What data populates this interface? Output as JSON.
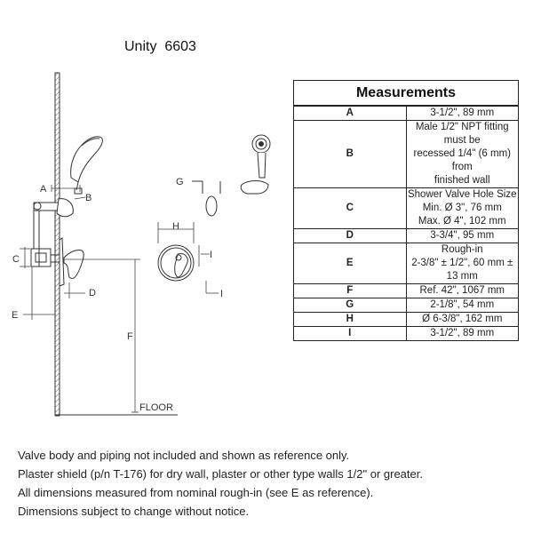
{
  "title": "Unity  6603",
  "table": {
    "header": "Measurements",
    "rows": [
      {
        "letter": "A",
        "lines": [
          "3-1/2\", 89 mm"
        ]
      },
      {
        "letter": "B",
        "lines": [
          "Male 1/2\" NPT fitting must be",
          "recessed 1/4\" (6 mm) from",
          "finished wall"
        ]
      },
      {
        "letter": "C",
        "lines": [
          "Shower Valve Hole Size",
          "Min. Ø 3\", 76 mm",
          "Max. Ø 4\", 102 mm"
        ]
      },
      {
        "letter": "D",
        "lines": [
          "3-3/4\", 95 mm"
        ]
      },
      {
        "letter": "E",
        "lines": [
          "Rough-in",
          "2-3/8\" ± 1/2\", 60 mm ± 13 mm"
        ]
      },
      {
        "letter": "F",
        "lines": [
          "Ref. 42\", 1067 mm"
        ]
      },
      {
        "letter": "G",
        "lines": [
          "2-1/8\", 54 mm"
        ]
      },
      {
        "letter": "H",
        "lines": [
          "Ø 6-3/8\", 162 mm"
        ]
      },
      {
        "letter": "I",
        "lines": [
          "3-1/2\", 89 mm"
        ]
      }
    ]
  },
  "diagram": {
    "labels": {
      "a": "A",
      "b": "B",
      "c": "C",
      "d": "D",
      "e": "E",
      "f": "F",
      "g": "G",
      "h": "H",
      "i_top": "I",
      "i_bottom": "I",
      "floor": "FLOOR"
    }
  },
  "notes": [
    "Valve body and piping not included and shown as reference only.",
    " Plaster shield (p/n T-176) for dry wall, plaster or other type walls 1/2\" or greater.",
    " All dimensions measured from nominal rough-in (see E as reference).",
    " Dimensions subject to change without notice."
  ]
}
